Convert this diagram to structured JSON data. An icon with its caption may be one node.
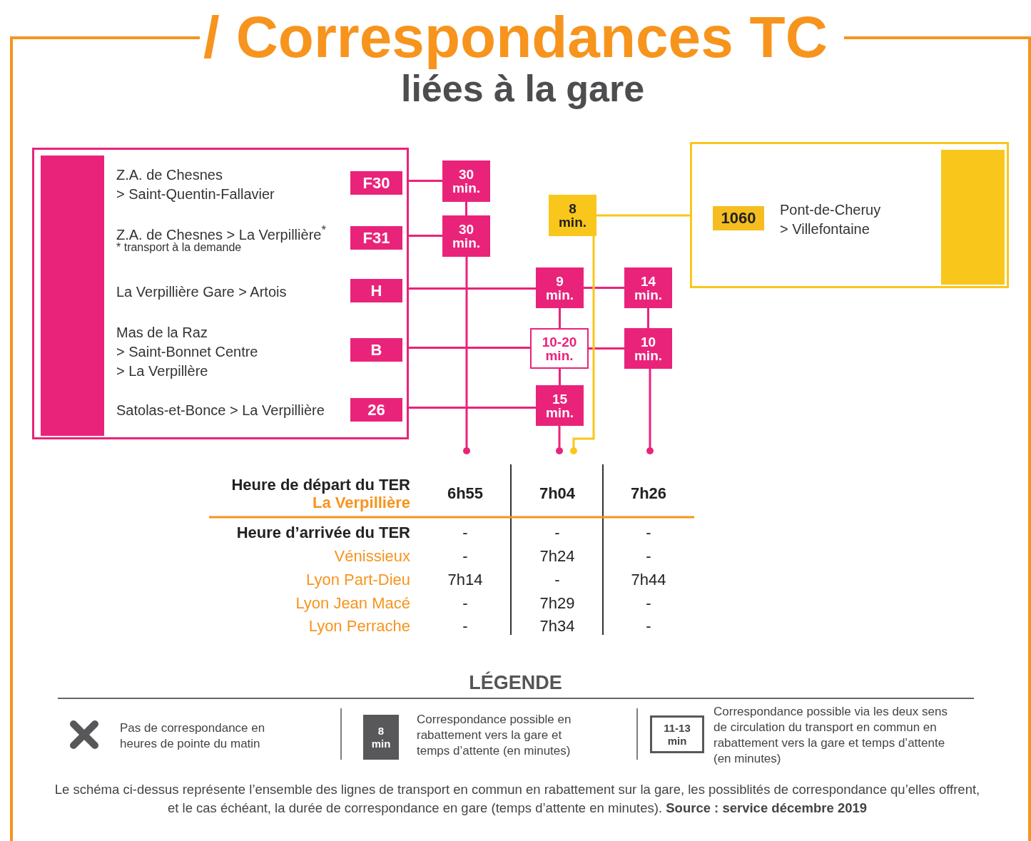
{
  "diagram": {
    "title": "/ Correspondances TC",
    "caption": "Le schéma ci-dessus représente l’ensemble des lignes de transport en commun en rabattement sur la gare, les possiblités de correspondance qu’elles offrent, et le cas échéant, la durée de correspondance en gare (temps d’attente en minutes). **Source : service décembre 2019**",
    "nodes": [
      {
        "text": [],
        "shape": "box"
      },
      {
        "text": [],
        "shape": "bar",
        "in": 0
      },
      {
        "text": [
          "F30"
        ],
        "in": 0
      },
      {
        "text": [
          "F31"
        ],
        "in": 0
      },
      {
        "text": [
          "H"
        ],
        "in": 0
      },
      {
        "text": [
          "B"
        ],
        "in": 0
      },
      {
        "text": [
          "26"
        ],
        "in": 0
      },
      {
        "text": [],
        "shape": "box"
      },
      {
        "text": [
          "1060"
        ],
        "in": 7,
        "beside": [
          "Pont-de-Cheruy > Villefontaine"
        ]
      },
      {
        "text": [],
        "shape": "bar",
        "in": 7
      },
      {
        "text": [
          "30 min."
        ]
      },
      {
        "text": [
          "30 min."
        ]
      },
      {
        "text": [
          "8 min."
        ]
      },
      {
        "text": [
          "9 min."
        ]
      },
      {
        "text": [
          "14 min."
        ]
      },
      {
        "text": [
          "10-20 min."
        ]
      },
      {
        "text": [
          "10 min."
        ]
      },
      {
        "text": [
          "15 min."
        ]
      },
      {
        "text": [],
        "shape": "circle"
      },
      {
        "text": [],
        "shape": "circle"
      },
      {
        "text": [],
        "shape": "circle"
      },
      {
        "text": [],
        "shape": "circle"
      }
    ],
    "edges": [
      {
        "from": 2,
        "to": 10,
        "arrow": "none"
      },
      {
        "from": 3,
        "to": 11,
        "arrow": "none"
      },
      {
        "from": 10,
        "to": 11,
        "arrow": "none"
      },
      {
        "from": 11,
        "to": 18,
        "arrow": "none"
      },
      {
        "from": 4,
        "to": 13,
        "arrow": "none"
      },
      {
        "from": 13,
        "to": 14,
        "arrow": "none"
      },
      {
        "from": 5,
        "to": 15,
        "arrow": "none"
      },
      {
        "from": 15,
        "to": 16,
        "arrow": "none"
      },
      {
        "from": 6,
        "to": 17,
        "arrow": "none"
      },
      {
        "from": 13,
        "to": 15,
        "arrow": "none"
      },
      {
        "from": 15,
        "to": 17,
        "arrow": "none"
      },
      {
        "from": 17,
        "to": 19,
        "arrow": "none"
      },
      {
        "from": 14,
        "to": 16,
        "arrow": "none"
      },
      {
        "from": 16,
        "to": 21,
        "arrow": "none"
      },
      {
        "from": 7,
        "to": 12,
        "arrow": "none",
        "color": "#f9c61b"
      },
      {
        "from": 12,
        "to": 20,
        "arrow": "none",
        "color": "#f9c61b"
      }
    ],
    "labels": [
      "liées à la gare",
      "Z.A. de Chesnes > Saint-Quentin-Fallavier",
      "Z.A. de Chesnes > La Verpillière$^{*}$",
      "* transport à la demande",
      "La Verpillière Gare > Artois",
      "Mas de la Raz > Saint-Bonnet Centre > La Verpillère",
      "Satolas-et-Bonce > La Verpillière",
      "Heure de départ du TER",
      "La Verpillière",
      "6h55",
      "7h04",
      "7h26",
      "Heure d’arrivée du TER",
      "-",
      "-",
      "-",
      "Vénissieux",
      "-",
      "7h24",
      "-",
      "Lyon Part-Dieu",
      "7h14",
      "-",
      "7h44",
      "Lyon Jean Macé",
      "-",
      "7h29",
      "-",
      "Lyon Perrache",
      "-",
      "7h34",
      "-",
      "LÉGENDE",
      "8 min",
      "11-13 min"
    ],
    "legend": [
      {
        "text": "Pas de correspondance en heures de pointe du matin"
      },
      {
        "text": "Correspondance possible en rabattement vers la gare et temps d’attente (en minutes)",
        "color": "#58585a"
      },
      {
        "text": "Correspondance possible via les deux sens de circulation du transport en commun en rabattement vers la gare et temps d’attente (en minutes)"
      }
    ]
  }
}
